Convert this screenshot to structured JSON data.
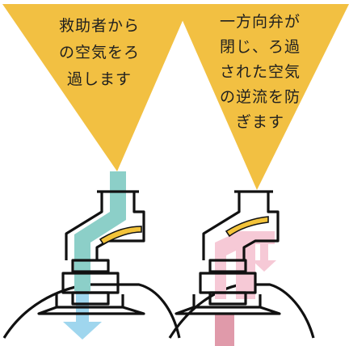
{
  "panels": [
    {
      "id": "left",
      "state": "inhale",
      "lines": [
        "救助者から",
        "の空気をろ",
        "過します"
      ],
      "colors": {
        "cone": "#f2c042",
        "flow": "#8ccfc8",
        "flow_out": "#9fd6ee",
        "valve": "#f3c33a"
      }
    },
    {
      "id": "right",
      "state": "exhale",
      "lines": [
        "一方向弁が",
        "閉じ、ろ過",
        "された空気",
        "の逆流を防",
        "ぎます"
      ],
      "colors": {
        "cone": "#f2c042",
        "flow": "#f6c9d6",
        "flow_out": "#e09aaa",
        "valve": "#f3c33a"
      }
    }
  ]
}
